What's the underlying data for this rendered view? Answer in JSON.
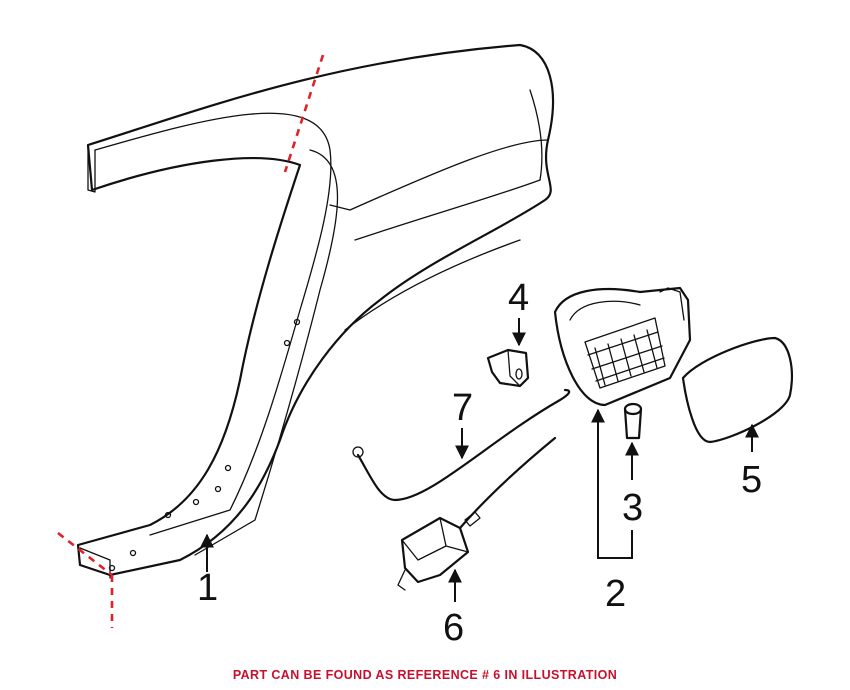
{
  "diagram": {
    "callouts": [
      {
        "id": "1",
        "label": "1"
      },
      {
        "id": "2",
        "label": "2"
      },
      {
        "id": "3",
        "label": "3"
      },
      {
        "id": "4",
        "label": "4"
      },
      {
        "id": "5",
        "label": "5"
      },
      {
        "id": "6",
        "label": "6"
      },
      {
        "id": "7",
        "label": "7"
      }
    ],
    "caption": "PART CAN BE FOUND AS REFERENCE # 6 IN ILLUSTRATION",
    "colors": {
      "line": "#111111",
      "cut_line": "#e0212a",
      "caption": "#c8102e",
      "background": "#ffffff"
    }
  }
}
